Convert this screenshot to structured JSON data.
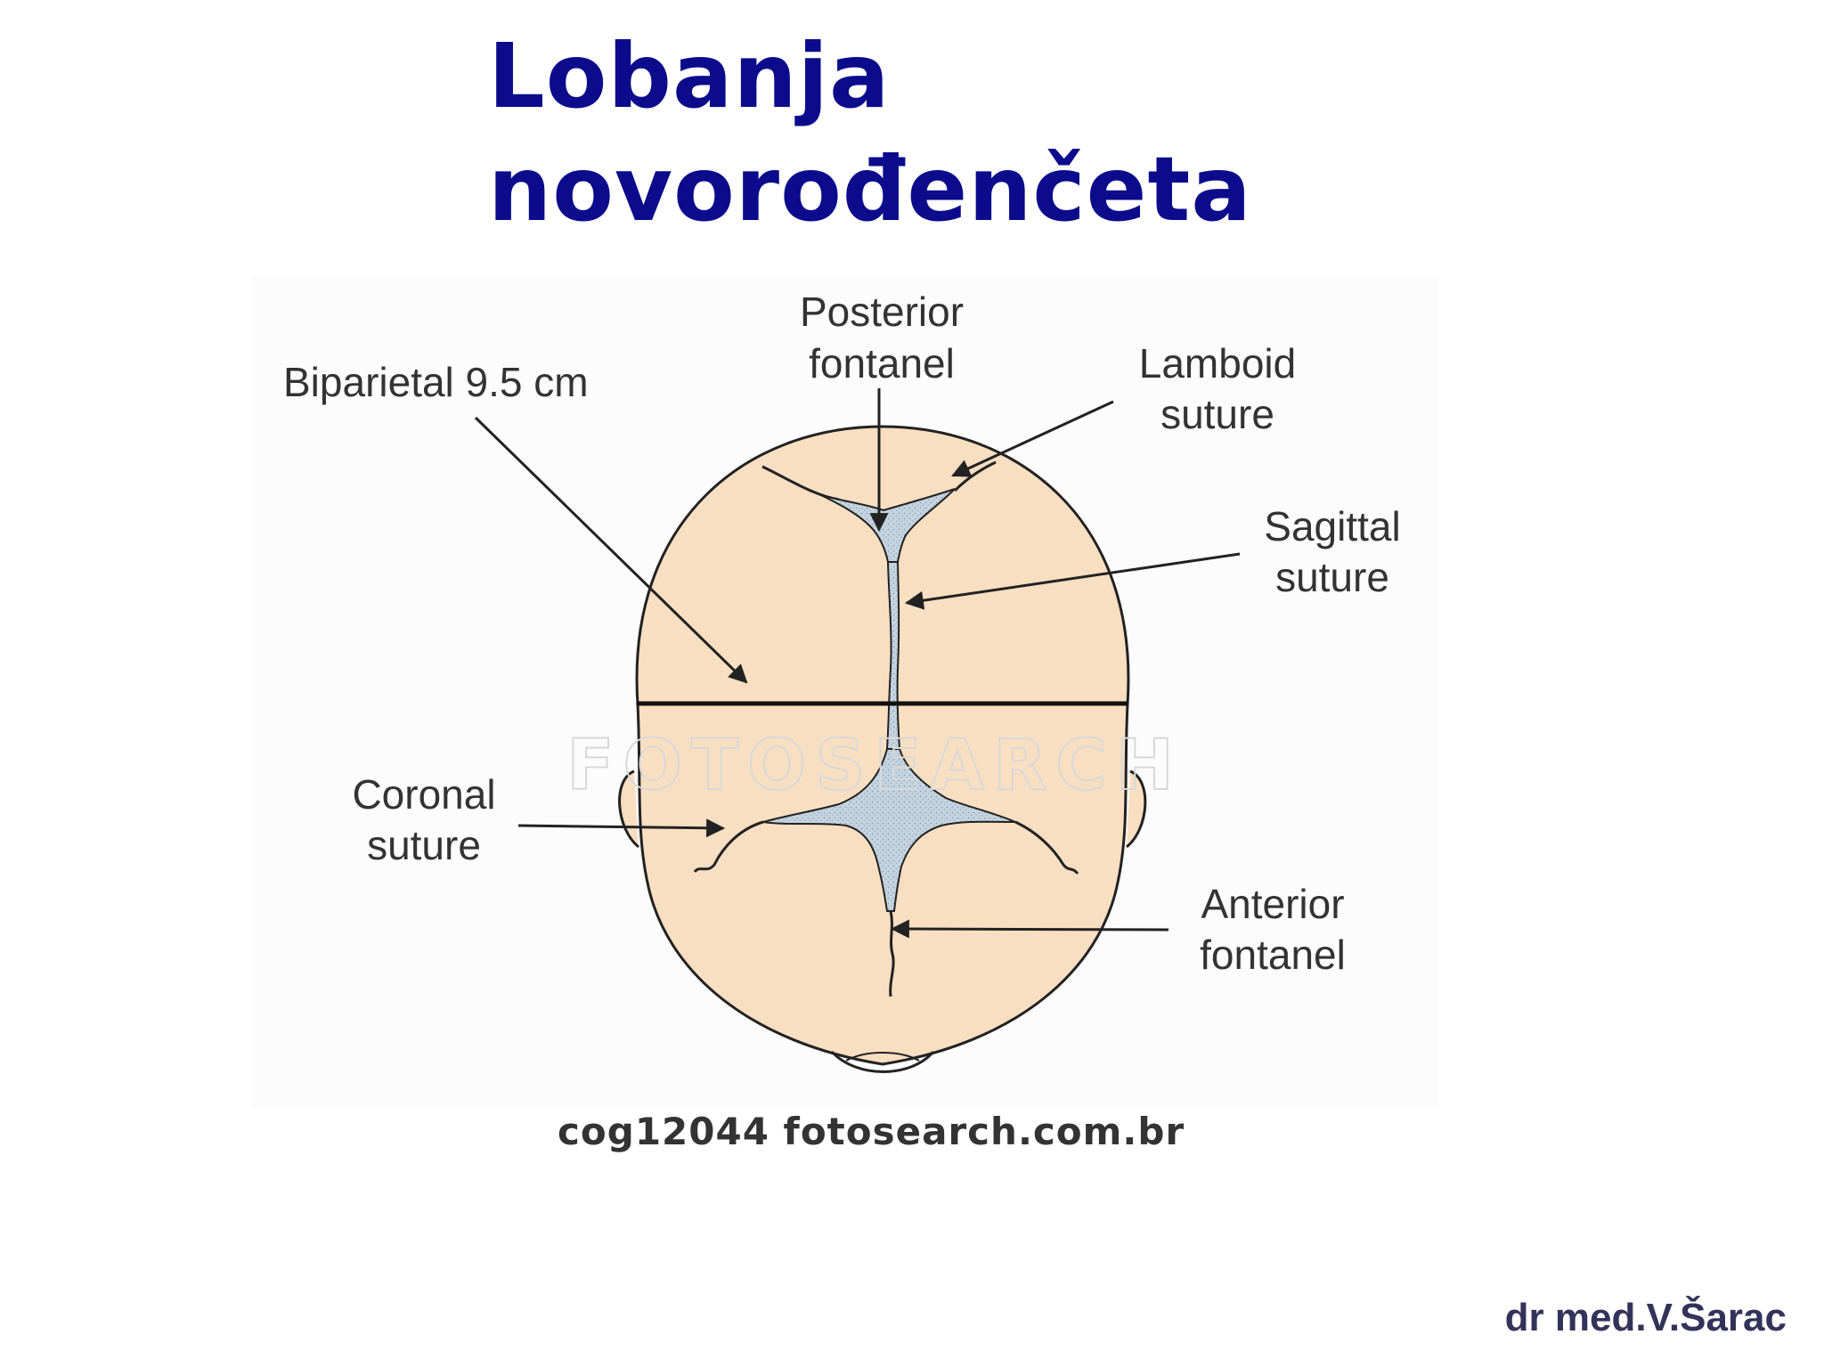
{
  "slide": {
    "title_line1": "Lobanja",
    "title_line2": "novorođenčeta",
    "caption": "cog12044  fotosearch.com.br",
    "author": "dr med.V.Šarac"
  },
  "diagram": {
    "watermark": "FOTOSEARCH",
    "labels": {
      "biparietal": "Biparietal 9.5 cm",
      "posterior_line1": "Posterior",
      "posterior_line2": "fontanel",
      "lamboid_line1": "Lamboid",
      "lamboid_line2": "suture",
      "sagittal_line1": "Sagittal",
      "sagittal_line2": "suture",
      "coronal_line1": "Coronal",
      "coronal_line2": "suture",
      "anterior_line1": "Anterior",
      "anterior_line2": "fontanel"
    },
    "colors": {
      "skull_fill": "#f9dfc1",
      "fontanel_fill": "#c4d3e0",
      "title": "#0b0b8c",
      "outline": "#222222"
    }
  }
}
